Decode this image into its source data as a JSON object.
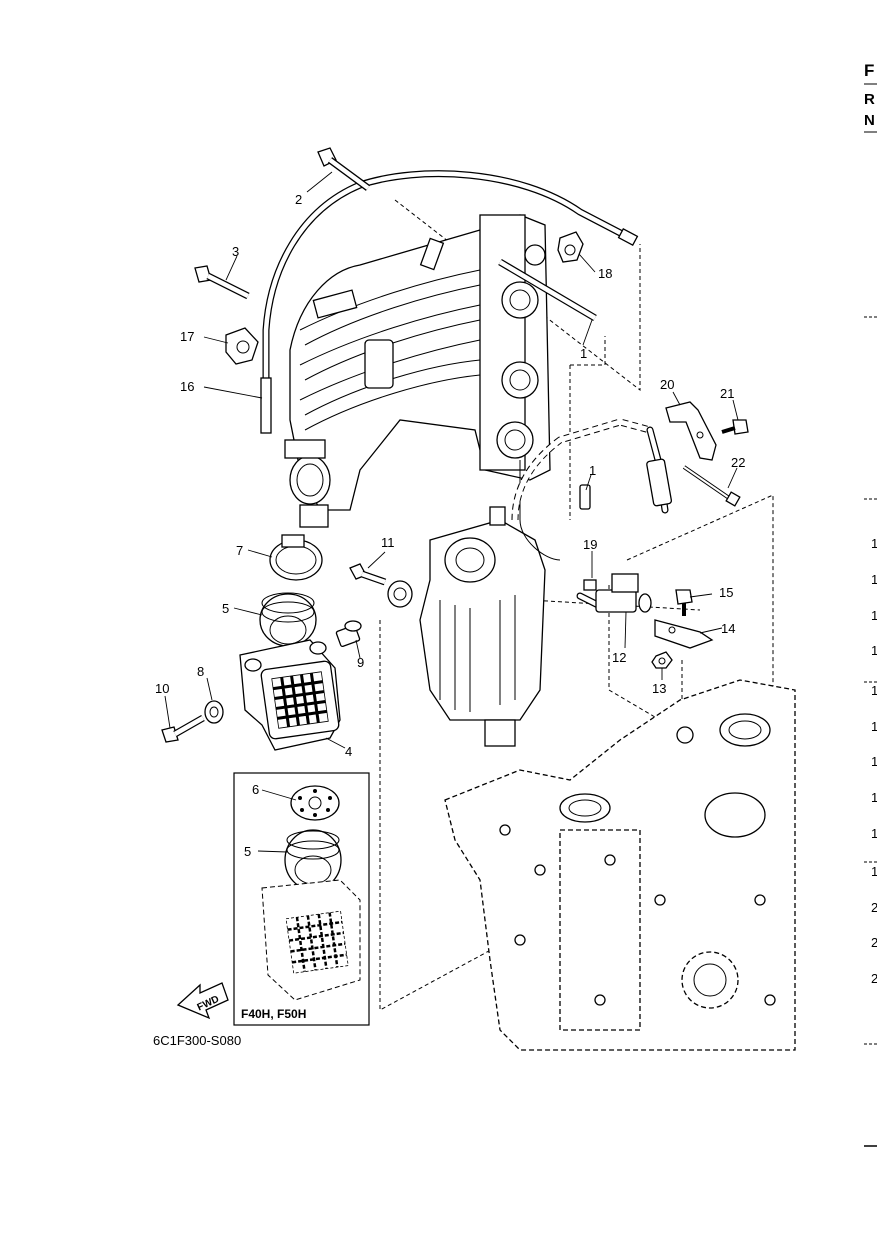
{
  "diagram_code": "6C1F300-S080",
  "inset_label": "F40H, F50H",
  "fwd_label": "FWD",
  "header_letters": [
    "F",
    "R",
    "N"
  ],
  "side_marks": [
    "1",
    "1",
    "1",
    "1",
    "1",
    "1",
    "1",
    "1",
    "1",
    "1",
    "2",
    "2",
    "2"
  ],
  "callouts": {
    "c1a": "1",
    "c1b": "1",
    "c2": "2",
    "c3": "3",
    "c4": "4",
    "c5": "5",
    "c5b": "5",
    "c6": "6",
    "c7": "7",
    "c8": "8",
    "c9": "9",
    "c10": "10",
    "c11": "11",
    "c12": "12",
    "c13": "13",
    "c14": "14",
    "c15": "15",
    "c16": "16",
    "c17": "17",
    "c18": "18",
    "c19": "19",
    "c20": "20",
    "c21": "21",
    "c22": "22"
  }
}
